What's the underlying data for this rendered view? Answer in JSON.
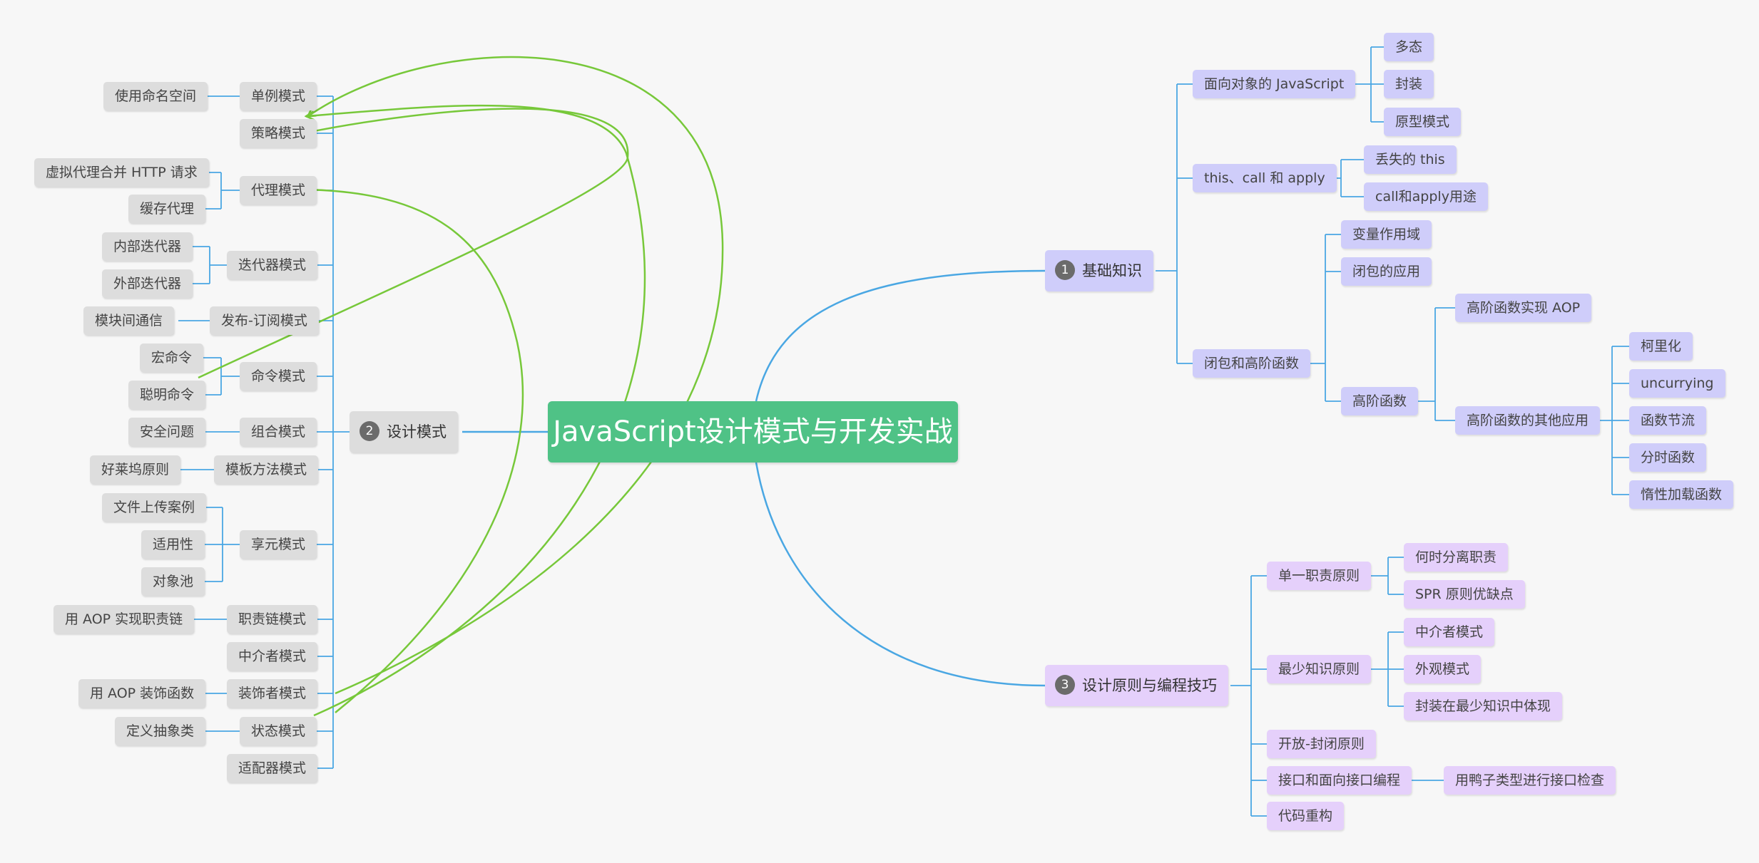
{
  "center": "JavaScript设计模式与开发实战",
  "colors": {
    "bg": "#f7f7f7",
    "center": "#4fc286",
    "line": "#4aa7e3",
    "relation": "#77c83a",
    "gray": "#dddddd",
    "blue": "#cfcdfa",
    "purple": "#e5d0fb"
  },
  "b1": {
    "num": "1",
    "label": "基础知识",
    "oop": "面向对象的 JavaScript",
    "duotai": "多态",
    "fengzhuang": "封装",
    "yuanxing": "原型模式",
    "thiscall": "this、call 和 apply",
    "diushi": "丢失的 this",
    "callapply": "call和apply用途",
    "bibao": "闭包和高阶函数",
    "zuoyongyu": "变量作用域",
    "bibaoyy": "闭包的应用",
    "gaojie": "高阶函数",
    "aop": "高阶函数实现 AOP",
    "qita": "高阶函数的其他应用",
    "kelihua": "柯里化",
    "uncurrying": "uncurrying",
    "jieliu": "函数节流",
    "fenshi": "分时函数",
    "duoxing": "惰性加载函数"
  },
  "b2": {
    "num": "2",
    "label": "设计模式",
    "danli": "单例模式",
    "mingming": "使用命名空间",
    "celue": "策略模式",
    "daili": "代理模式",
    "xuni": "虚拟代理合并 HTTP 请求",
    "huancun": "缓存代理",
    "diedai": "迭代器模式",
    "neibu": "内部迭代器",
    "waibu": "外部迭代器",
    "fabu": "发布-订阅模式",
    "mokuai": "模块间通信",
    "mingling": "命令模式",
    "hong": "宏命令",
    "congming": "聪明命令",
    "zuhe": "组合模式",
    "anquan": "安全问题",
    "moban": "模板方法模式",
    "hollywood": "好莱坞原则",
    "xiangyuan": "享元模式",
    "wenjian": "文件上传案例",
    "shiyong": "适用性",
    "duixiang": "对象池",
    "zhize": "职责链模式",
    "aopzz": "用 AOP 实现职责链",
    "zhongjie": "中介者模式",
    "zhuangshi": "装饰者模式",
    "aopzs": "用 AOP 装饰函数",
    "zhuangtai": "状态模式",
    "chouxiang": "定义抽象类",
    "shipei": "适配器模式"
  },
  "b3": {
    "num": "3",
    "label": "设计原则与编程技巧",
    "danyi": "单一职责原则",
    "heshi": "何时分离职责",
    "spr": "SPR 原则优缺点",
    "zuishao": "最少知识原则",
    "zjz": "中介者模式",
    "waiguan": "外观模式",
    "fzzs": "封装在最少知识中体现",
    "kaifang": "开放-封闭原则",
    "jiekou": "接口和面向接口编程",
    "yazi": "用鸭子类型进行接口检查",
    "chonggou": "代码重构"
  }
}
